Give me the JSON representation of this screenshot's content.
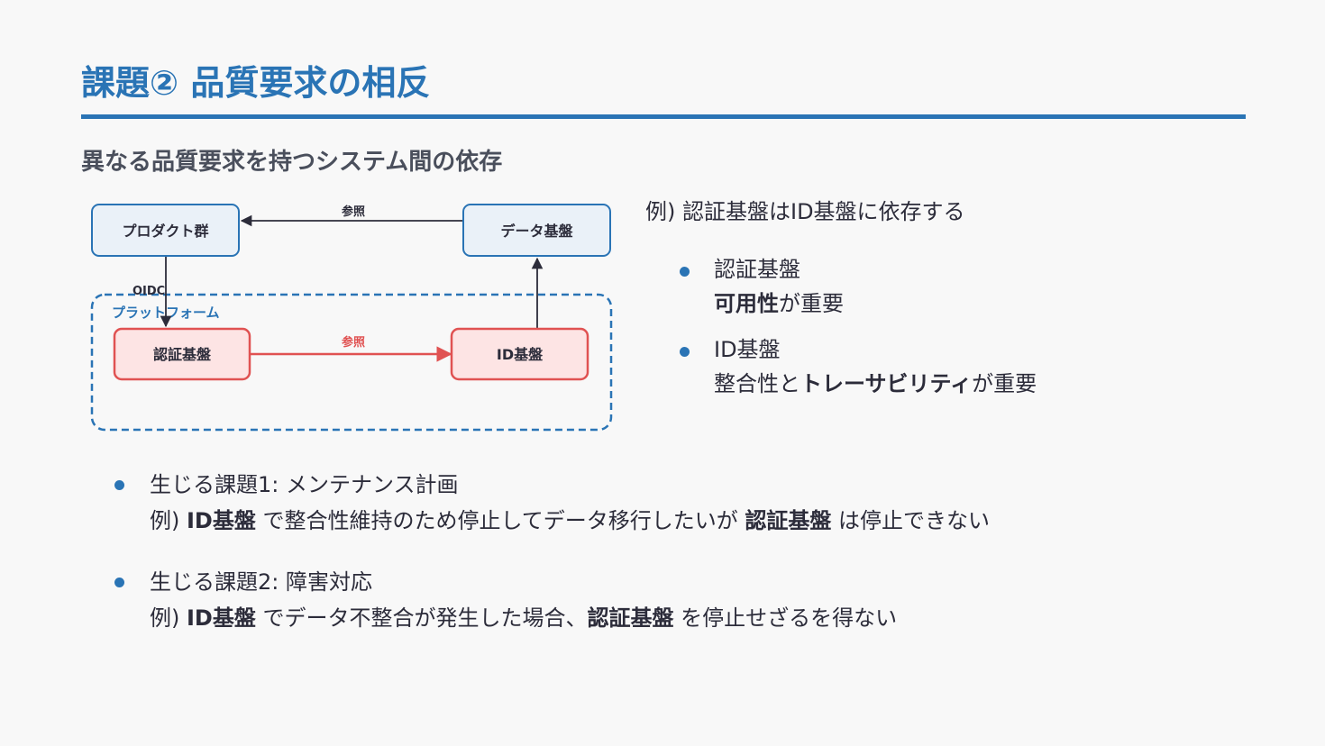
{
  "slide": {
    "title": "課題② 品質要求の相反",
    "subtitle": "異なる品質要求を持つシステム間の依存"
  },
  "diagram": {
    "nodes": {
      "product_group": "プロダクト群",
      "data_platform": "データ基盤",
      "auth_platform": "認証基盤",
      "id_platform": "ID基盤"
    },
    "platform_group_label": "プラットフォーム",
    "edges": {
      "data_to_product": "参照",
      "product_to_auth": "OIDC",
      "auth_to_id": "参照"
    },
    "colors": {
      "accent": "#2a74b5",
      "highlight_red": "#e05252",
      "highlight_fill": "#fde4e4",
      "node_fill": "#eaf1f8",
      "node_stroke": "#2a74b5"
    }
  },
  "side": {
    "example_head": "例) 認証基盤はID基盤に依存する",
    "items": [
      {
        "line1": "認証基盤",
        "line2_bold": "可用性",
        "line2_rest": "が重要"
      },
      {
        "line1": "ID基盤",
        "line2_pre": "整合性と",
        "line2_bold": "トレーサビリティ",
        "line2_rest": "が重要"
      }
    ]
  },
  "issues": [
    {
      "heading": "生じる課題1: メンテナンス計画",
      "prefix": "例) ",
      "bold1": "ID基盤",
      "mid": " で整合性維持のため停止してデータ移行したいが ",
      "bold2": "認証基盤",
      "tail": " は停止できない"
    },
    {
      "heading": "生じる課題2: 障害対応",
      "prefix": "例) ",
      "bold1": "ID基盤",
      "mid": " でデータ不整合が発生した場合、",
      "bold2": "認証基盤",
      "tail": " を停止せざるを得ない"
    }
  ]
}
